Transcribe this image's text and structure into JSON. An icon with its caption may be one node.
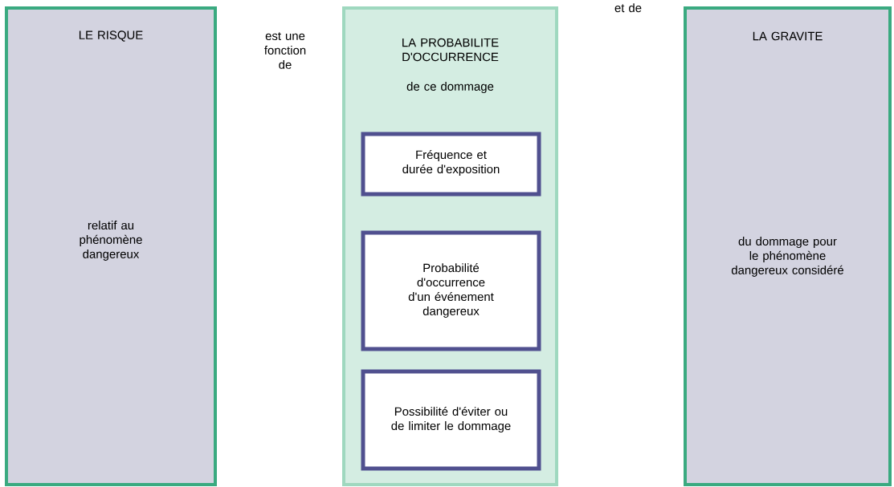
{
  "diagram": {
    "nodes": [
      {
        "text": [
          "LE RISQUE",
          "relatif au phénomène dangereux"
        ]
      },
      {
        "text": [
          "LA PROBABILITE D'OCCURRENCE",
          "de ce dommage"
        ]
      },
      {
        "text": [
          "Fréquence et durée d'exposition"
        ],
        "in": 1
      },
      {
        "text": [
          "Probabilité d'occurrence d'un événement dangereux"
        ],
        "in": 1
      },
      {
        "text": [
          "Possibilité d'éviter ou de limiter le dommage"
        ],
        "in": 1
      },
      {
        "text": [
          "LA GRAVITE",
          "du dommage pour le phénomène dangereux considéré"
        ]
      }
    ],
    "labels": [
      "est une fonction de",
      "et de"
    ]
  }
}
